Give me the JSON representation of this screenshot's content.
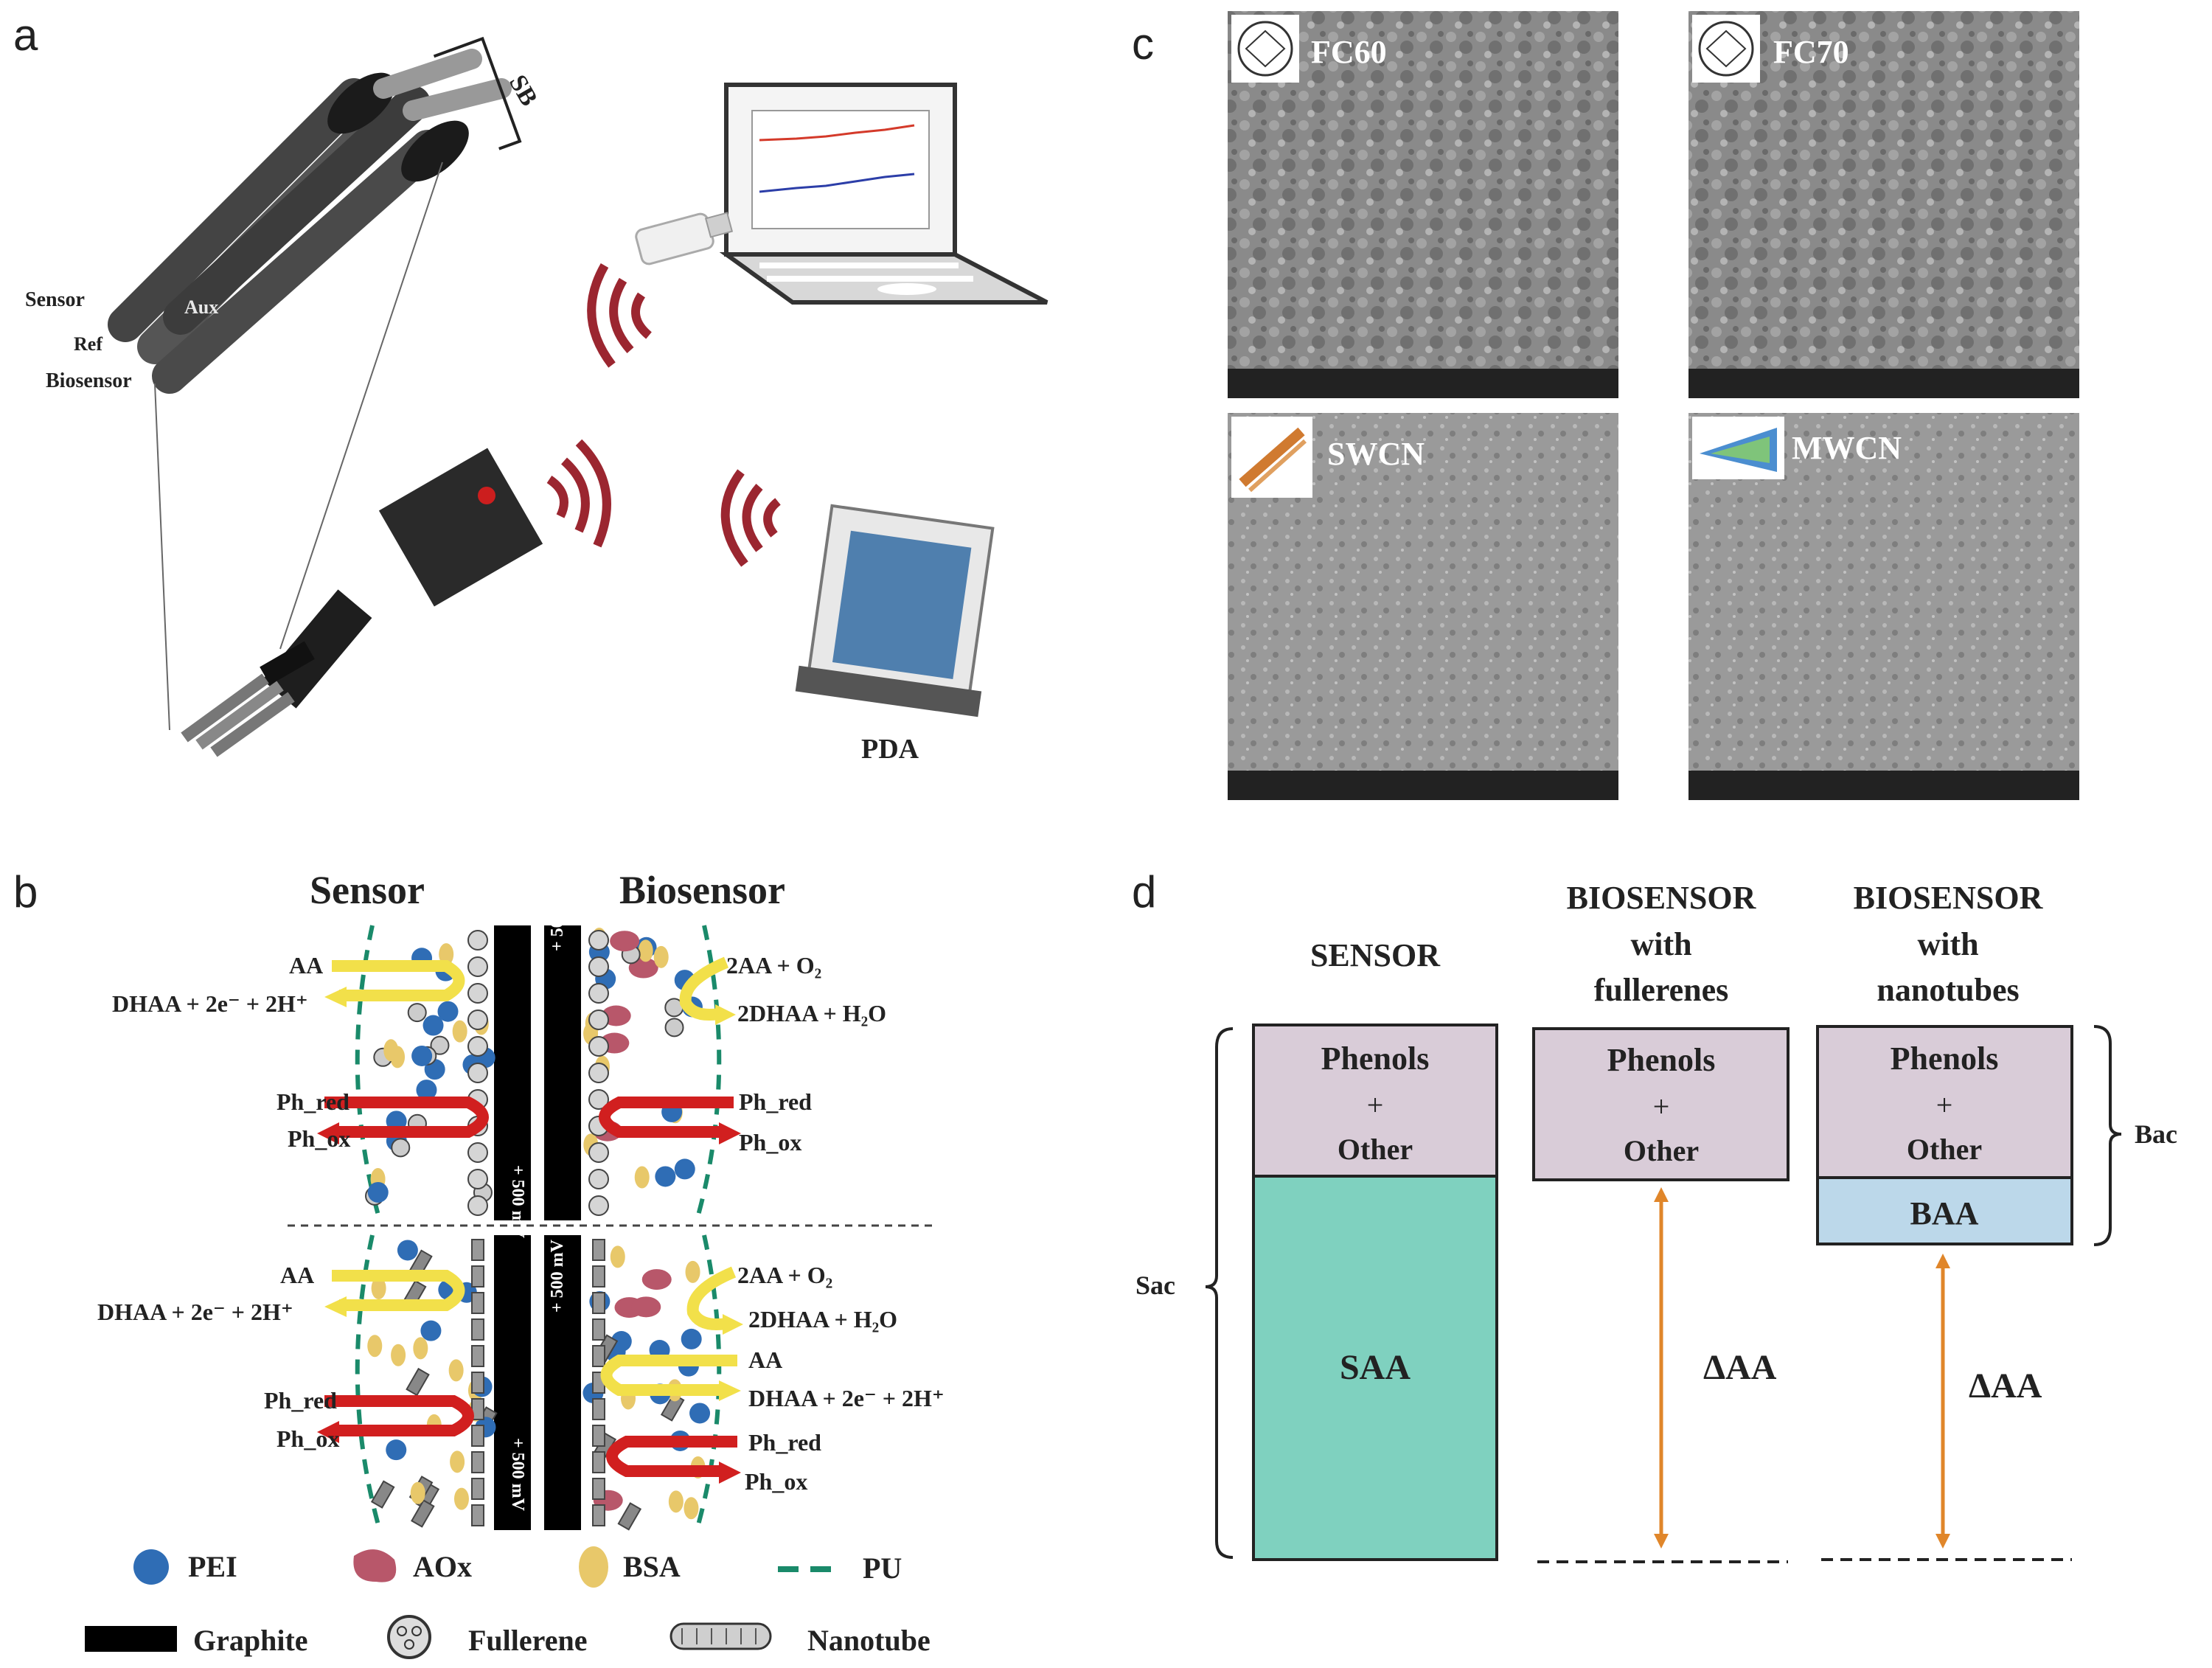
{
  "panels": {
    "a": "a",
    "b": "b",
    "c": "c",
    "d": "d"
  },
  "panel_a": {
    "sb": "SB",
    "sensor": "Sensor",
    "aux": "Aux",
    "ref": "Ref",
    "biosensor": "Biosensor",
    "pda": "PDA"
  },
  "panel_b": {
    "sensor_title": "Sensor",
    "biosensor_title": "Biosensor",
    "potential": "+ 500 mV",
    "aa": "AA",
    "dhaa_ox": "DHAA + 2e⁻ + 2H⁺",
    "aa_o2": "2AA + O₂",
    "dhaa_h2o": "2DHAA + H₂O",
    "ph_red": "Ph_red",
    "ph_ox": "Ph_ox",
    "legend": {
      "pei": "PEI",
      "aox": "AOx",
      "bsa": "BSA",
      "pu": "PU",
      "graphite": "Graphite",
      "fullerene": "Fullerene",
      "nanotube": "Nanotube"
    },
    "colors": {
      "pei": "#2f6db5",
      "aox": "#b8576a",
      "bsa": "#e8c86a",
      "pu": "#1a8a6a",
      "aa_arrow": "#f2e04a",
      "ph_arrow": "#d11f1f"
    }
  },
  "panel_c": {
    "fc60": "FC60",
    "fc70": "FC70",
    "swcn": "SWCN",
    "mwcn": "MWCN"
  },
  "panel_d": {
    "sensor_title": "SENSOR",
    "bio_full_title": [
      "BIOSENSOR",
      "with",
      "fullerenes"
    ],
    "bio_nano_title": [
      "BIOSENSOR",
      "with",
      "nanotubes"
    ],
    "phenols": "Phenols",
    "plus": "+",
    "other": "Other",
    "saa": "SAA",
    "baa": "BAA",
    "delta": "ΔAA",
    "sac": "Sac",
    "bac": "Bac",
    "colors": {
      "phenols_box": "#d9ccd8",
      "saa_box": "#7fd1bf",
      "baa_box": "#bcd8ea",
      "arrow": "#e0862a"
    }
  }
}
